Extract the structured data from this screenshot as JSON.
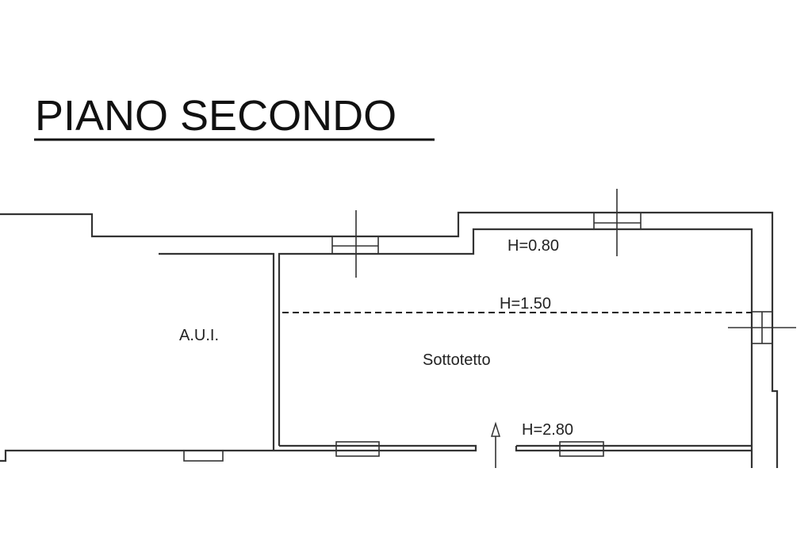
{
  "title": "PIANO SECONDO",
  "rooms": {
    "aui": "A.U.I.",
    "sottotetto": "Sottotetto"
  },
  "heights": {
    "h1": "H=0.80",
    "h2": "H=1.50",
    "h3": "H=2.80"
  }
}
